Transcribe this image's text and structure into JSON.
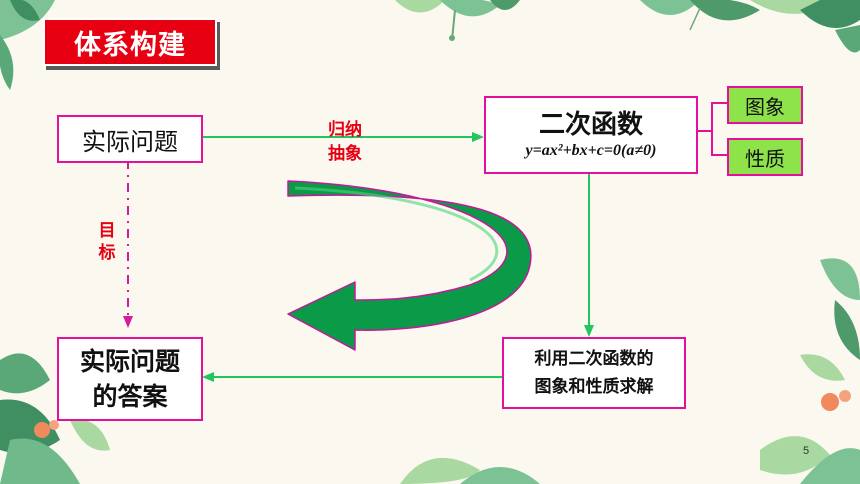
{
  "title": "体系构建",
  "nodes": {
    "practical_problem": "实际问题",
    "quadratic_function": {
      "name": "二次函数",
      "equation": "y=ax²+bx+c=0(a≠0)"
    },
    "graph": "图象",
    "properties": "性质",
    "solve_line1": "利用二次函数的",
    "solve_line2": "图象和性质求解",
    "answer_line1": "实际问题",
    "answer_line2": "的答案"
  },
  "labels": {
    "induction": "归纳",
    "abstraction": "抽象",
    "goal": [
      "目",
      "标"
    ]
  },
  "page_number": "5",
  "colors": {
    "title_bg": "#e60012",
    "node_border": "#e2109b",
    "green_box": "#8ee24a",
    "arrow_green": "#22c55e",
    "curve_arrow": "#0a9a48",
    "label_red": "#e60012"
  }
}
